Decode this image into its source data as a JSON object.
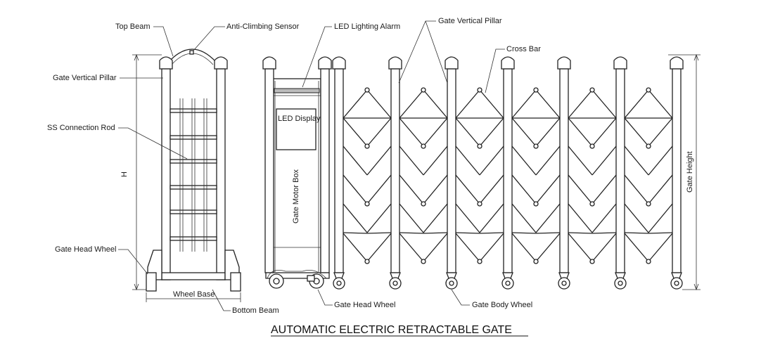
{
  "title": "AUTOMATIC ELECTRIC RETRACTABLE GATE",
  "labels": {
    "top_beam": "Top Beam",
    "anti_climbing_sensor": "Anti-Climbing Sensor",
    "led_lighting_alarm": "LED Lighting Alarm",
    "gate_vertical_pillar_right": "Gate Vertical Pillar",
    "cross_bar": "Cross Bar",
    "gate_vertical_pillar_left": "Gate Vertical Pillar",
    "ss_connection_rod": "SS Connection Rod",
    "led_display": "LED Display",
    "gate_motor_box": "Gate Motor Box",
    "h_dimension": "H",
    "gate_height": "Gate Height",
    "gate_head_wheel_left": "Gate Head Wheel",
    "wheel_base": "Wheel Base",
    "bottom_beam": "Bottom Beam",
    "gate_head_wheel_center": "Gate Head Wheel",
    "gate_body_wheel": "Gate Body Wheel"
  }
}
